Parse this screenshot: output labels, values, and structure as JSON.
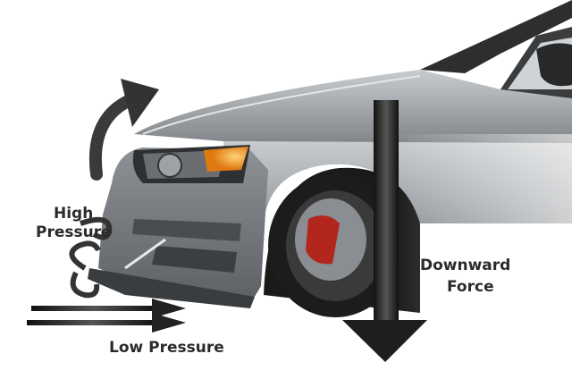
{
  "labels": {
    "high_line1": "High",
    "high_line2": "Pressure",
    "low": "Low Pressure",
    "force_line1": "Downward",
    "force_line2": "Force"
  },
  "colors": {
    "body": "#a9acaf",
    "body_dark": "#6f7377",
    "tire": "#1c1c1c",
    "brake": "#b3261e",
    "arrow": "#2a2a2a",
    "headlight_amber": "#f5a623"
  }
}
